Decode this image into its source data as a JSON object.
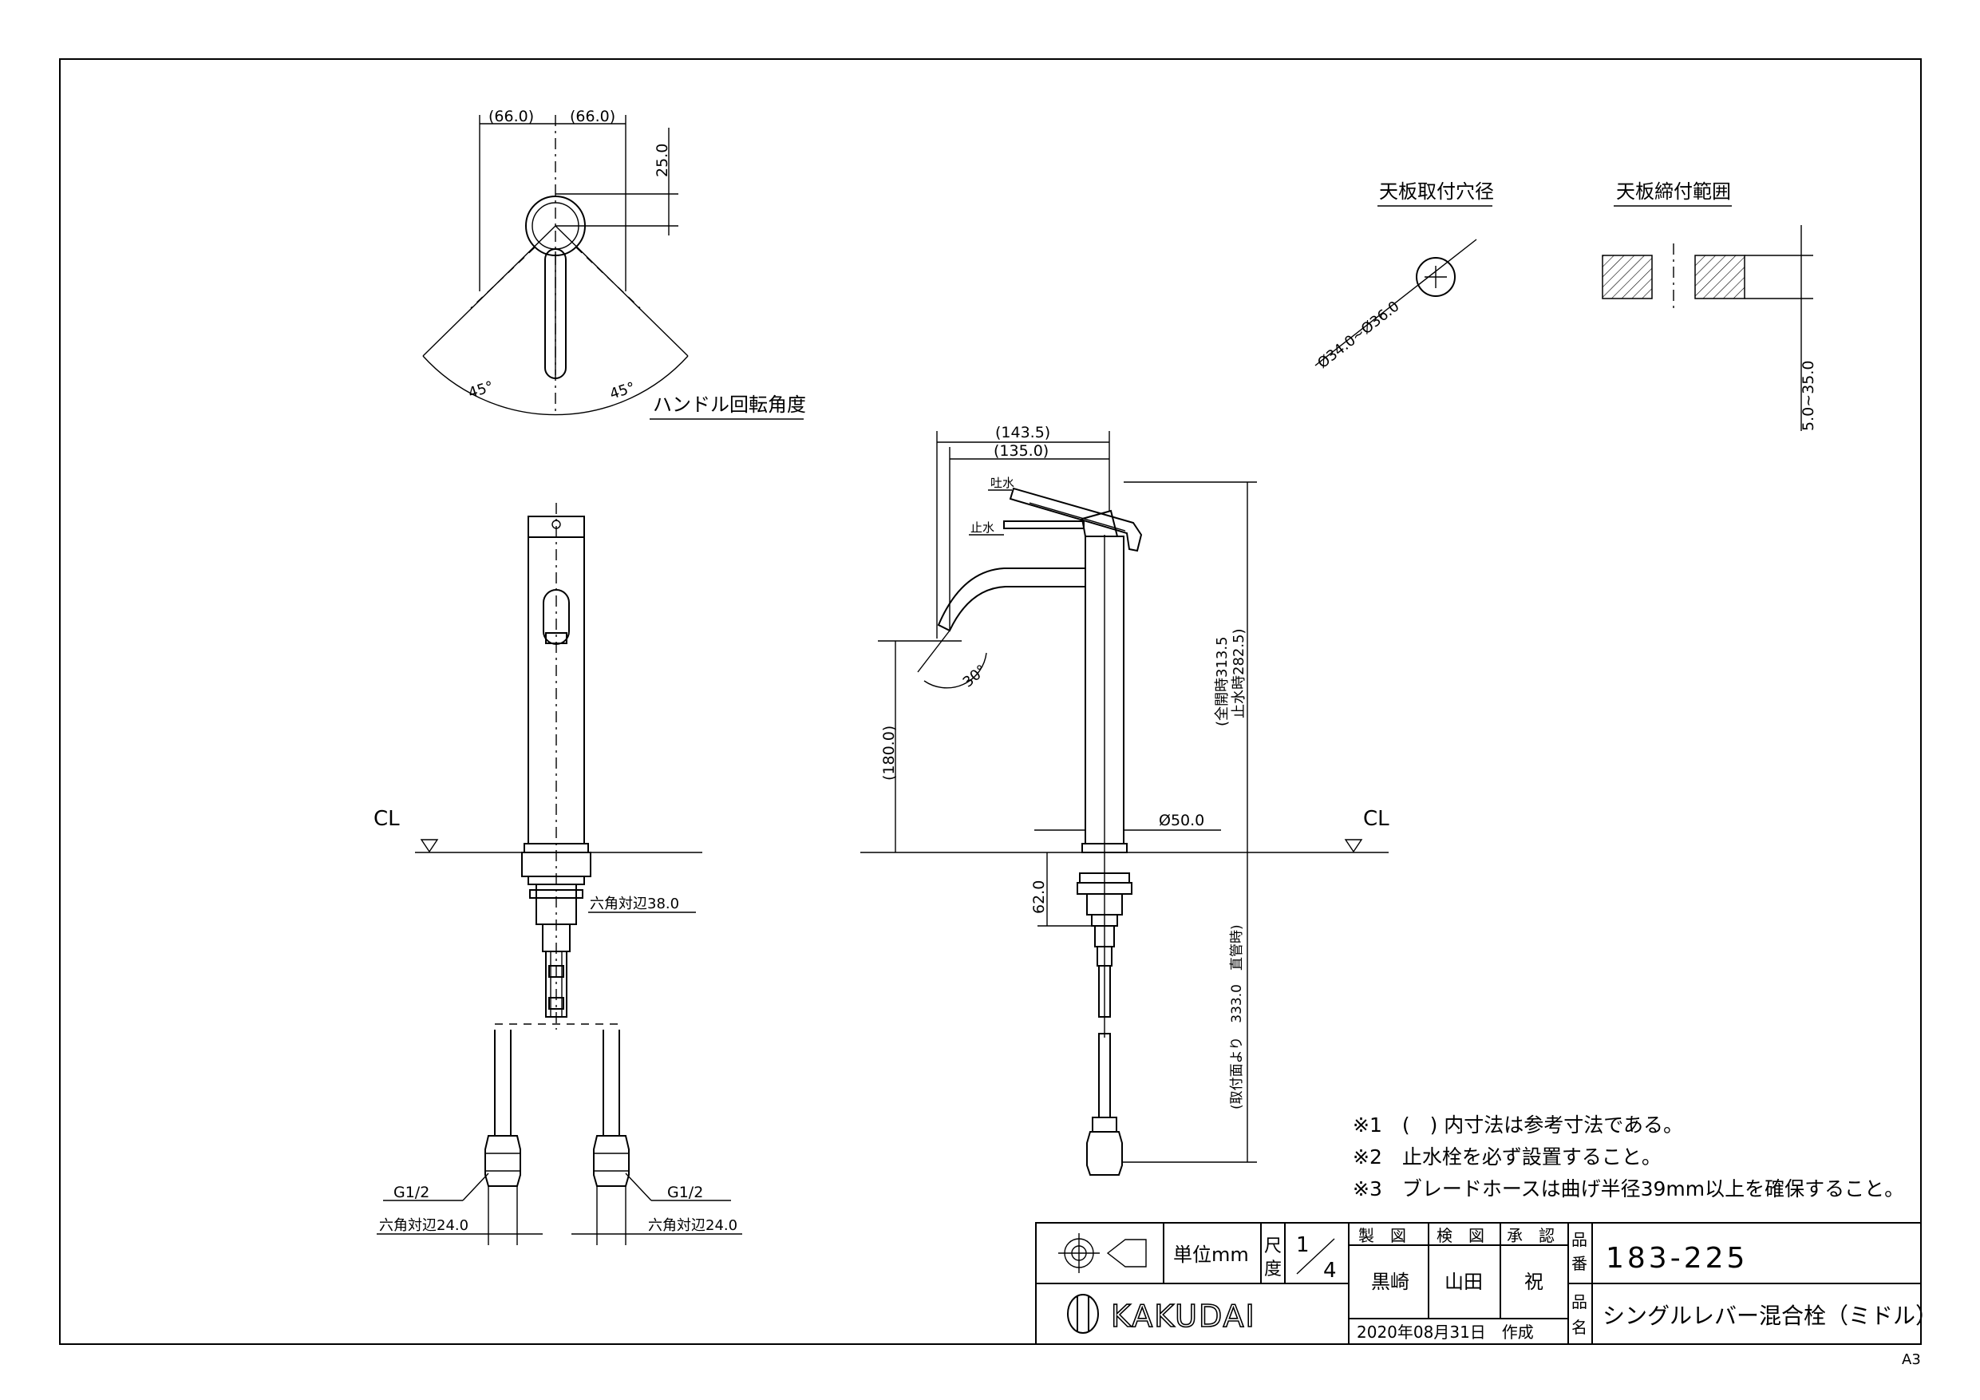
{
  "sheet_size": "A3",
  "notes": [
    "※1　(　) 内寸法は参考寸法である。",
    "※2　止水栓を必ず設置すること。",
    "※3　ブレードホースは曲げ半径39mm以上を確保すること。"
  ],
  "labels": {
    "handle_rotation": "ハンドル回転角度",
    "mount_hole": "天板取付穴径",
    "clamp_range": "天板締付範囲",
    "spout_open": "吐水",
    "spout_close": "止水",
    "cl_left": "CL",
    "cl_right": "CL",
    "g_left": "G1/2",
    "g_right": "G1/2"
  },
  "dimensions": {
    "top_left": "(66.0)",
    "top_right": "(66.0)",
    "top_offset": "25.0",
    "angle_left": "45°",
    "angle_right": "45°",
    "hole_dia": "Ø34.0~Ø36.0",
    "clamp": "5.0~35.0",
    "reach_1": "(143.5)",
    "reach_2": "(135.0)",
    "spout_angle": "30°",
    "spout_height": "(180.0)",
    "total_height_1": "(全開時313.5",
    "total_height_2": "止水時282.5)",
    "body_dia": "Ø50.0",
    "thread_len": "62.0",
    "hex_front": "六角対辺38.0",
    "hose_len": "(取付面より　333.0　直管時)",
    "hex_left": "六角対辺24.0",
    "hex_right": "六角対辺24.0"
  },
  "title_block": {
    "unit_label": "単位mm",
    "scale_label_1": "尺",
    "scale_label_2": "度",
    "scale_num": "1",
    "scale_den": "4",
    "made_by_label": "製　図",
    "checked_label": "検　図",
    "approved_label": "承　認",
    "made_by": "黒崎",
    "checked": "山田",
    "approved": "祝",
    "date": "2020年08月31日　作成",
    "part_no_label_1": "品",
    "part_no_label_2": "番",
    "part_name_label_1": "品",
    "part_name_label_2": "名",
    "part_no": "183-225",
    "part_name": "シングルレバー混合栓（ミドル）",
    "brand": "KAKUDAI"
  }
}
